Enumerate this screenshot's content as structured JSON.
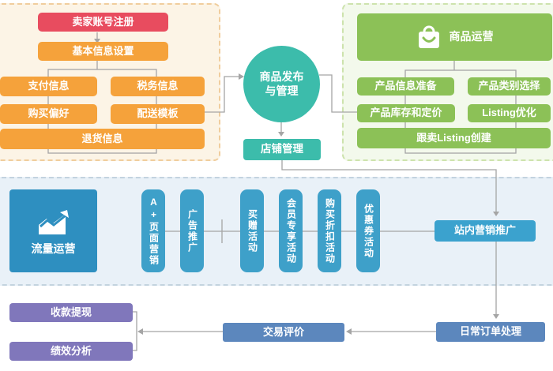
{
  "registration_panel": {
    "title_box": "卖家账号注册",
    "basic_info": "基本信息设置",
    "children": [
      "支付信息",
      "税务信息",
      "购买偏好",
      "配送模板",
      "退货信息"
    ]
  },
  "product_circle": {
    "line1": "商品发布",
    "line2": "与管理"
  },
  "store_box": "店铺管理",
  "operation_panel": {
    "header": "商品运营",
    "children": [
      "产品信息准备",
      "产品类别选择",
      "产品库存和定价",
      "Listing优化",
      "跟卖Listing创建"
    ]
  },
  "traffic_panel": {
    "main_box": "流量运营",
    "pills": [
      "A+页面营销",
      "广告推广",
      "买赠活动",
      "会员专享活动",
      "购买折扣活动",
      "优惠券活动"
    ],
    "onsite_box": "站内营销推广"
  },
  "bottom_flow": {
    "payout": "收款提现",
    "performance": "绩效分析",
    "trade_eval": "交易评价",
    "daily_order": "日常订单处理"
  },
  "icons": {
    "operation_header": "shopping-bag-icon",
    "traffic_box": "trend-chart-icon"
  },
  "colors": {
    "red": "#e84c5f",
    "orange": "#f5a23b",
    "teal": "#3cbcab",
    "green": "#8cc157",
    "dark_blue": "#2e8fc0",
    "pill_blue": "#3ea0c9",
    "bright_blue": "#3ba2ce",
    "steel_blue": "#5c87bd",
    "purple": "#8077bb",
    "cream_bg": "#fcf4e6",
    "light_green_bg": "#f3f9ec",
    "light_blue_bg": "#e9f1f8",
    "connector_gray": "#a5a5a5"
  }
}
